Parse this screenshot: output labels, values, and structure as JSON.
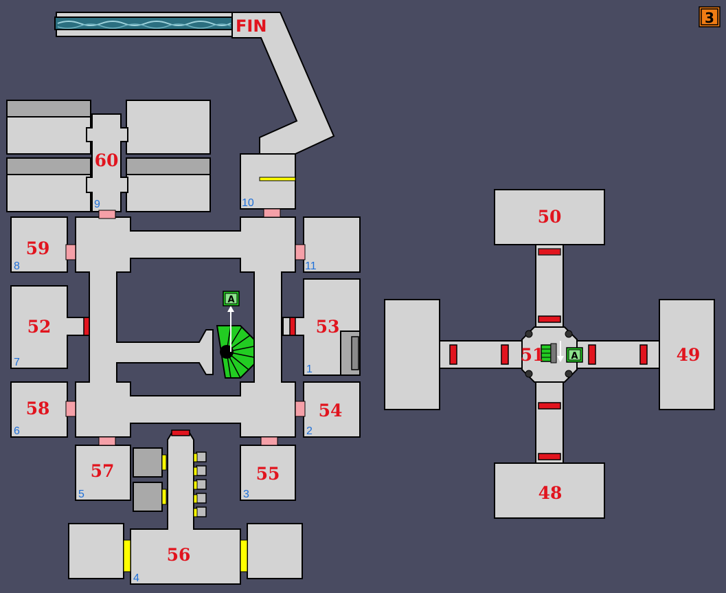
{
  "map": {
    "level_badge": "3",
    "finish_label": "FIN",
    "marker_a": "A",
    "rooms": {
      "r48": "48",
      "r49": "49",
      "r50": "50",
      "r51": "51",
      "r52": "52",
      "r53": "53",
      "r54": "54",
      "r55": "55",
      "r56": "56",
      "r57": "57",
      "r58": "58",
      "r59": "59",
      "r60": "60"
    },
    "numbers": {
      "n1": "1",
      "n2": "2",
      "n3": "3",
      "n4": "4",
      "n5": "5",
      "n6": "6",
      "n7": "7",
      "n8": "8",
      "n9": "9",
      "n10": "10",
      "n11": "11"
    }
  },
  "colors": {
    "background": "#494b61",
    "floor": "#d3d3d3",
    "locked_door": "#e1141e",
    "open_door": "#f5a0a8",
    "yellow_door": "#ffff00",
    "stairs": "#22cc22",
    "water": "#2b6f80",
    "room_label": "#e1141e",
    "number_label": "#1e6fd8",
    "badge": "#f07c14"
  }
}
